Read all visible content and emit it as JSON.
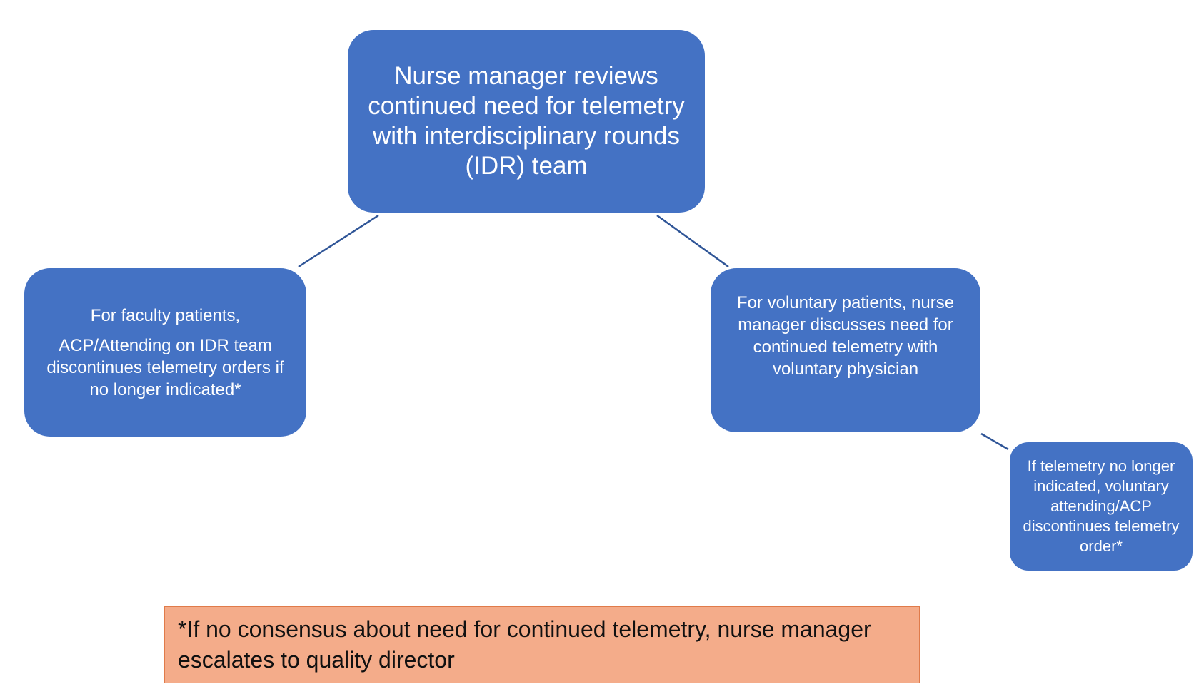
{
  "diagram": {
    "top_node": {
      "text": "Nurse manager reviews continued need for telemetry with interdisciplinary rounds (IDR) team"
    },
    "left_node": {
      "line_1": "For faculty patients,",
      "line_2": "ACP/Attending on IDR team discontinues telemetry orders if no longer indicated*"
    },
    "right_node": {
      "text": "For voluntary patients, nurse manager discusses need for continued telemetry with voluntary physician"
    },
    "sub_node": {
      "text": "If telemetry no longer indicated, voluntary attending/ACP discontinues telemetry order*"
    },
    "footnote": {
      "text": "*If no consensus about need for continued telemetry, nurse manager escalates to quality director"
    },
    "colors": {
      "node_fill": "#4472c4",
      "node_text": "#ffffff",
      "connector": "#2f5597",
      "note_fill": "#f4ac8a",
      "note_border": "#e07b4a"
    }
  }
}
